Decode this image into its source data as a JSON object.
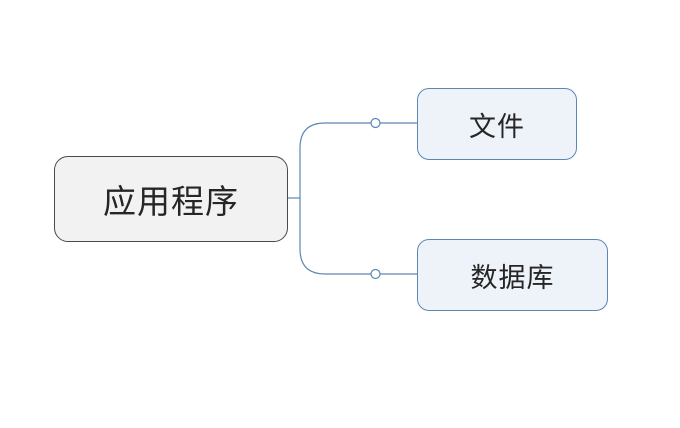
{
  "root": {
    "label": "应用程序"
  },
  "children": [
    {
      "label": "文件"
    },
    {
      "label": "数据库"
    }
  ],
  "colors": {
    "connector": "#5d87b3",
    "root_fill": "#f2f2f2",
    "root_border": "#4a4a4a",
    "child_fill": "#eef3fa",
    "child_border": "#5d87b3",
    "text": "#262626"
  }
}
